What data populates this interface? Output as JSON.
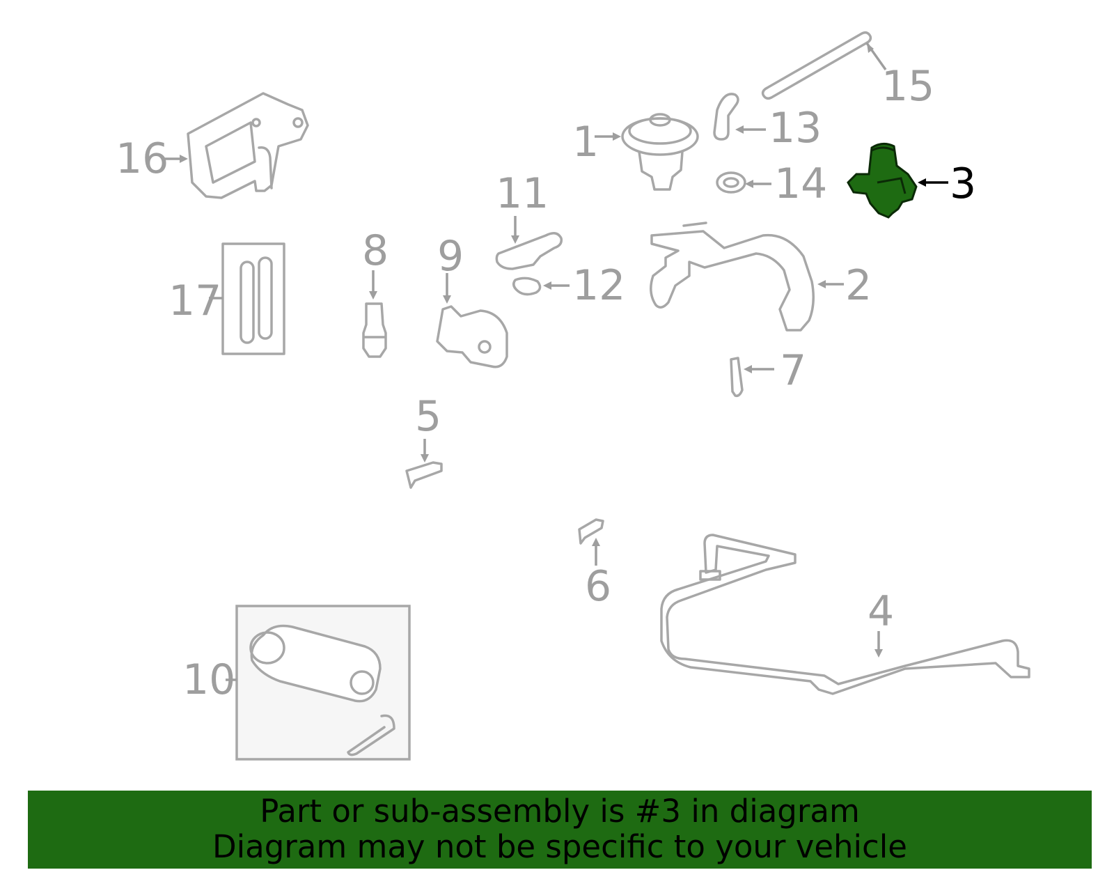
{
  "diagram": {
    "highlight_color": "#1e6b12",
    "part_color": "#a7a7a7",
    "callouts": [
      {
        "id": "1",
        "label": "1"
      },
      {
        "id": "2",
        "label": "2"
      },
      {
        "id": "3",
        "label": "3"
      },
      {
        "id": "4",
        "label": "4"
      },
      {
        "id": "5",
        "label": "5"
      },
      {
        "id": "6",
        "label": "6"
      },
      {
        "id": "7",
        "label": "7"
      },
      {
        "id": "8",
        "label": "8"
      },
      {
        "id": "9",
        "label": "9"
      },
      {
        "id": "10",
        "label": "10"
      },
      {
        "id": "11",
        "label": "11"
      },
      {
        "id": "12",
        "label": "12"
      },
      {
        "id": "13",
        "label": "13"
      },
      {
        "id": "14",
        "label": "14"
      },
      {
        "id": "15",
        "label": "15"
      },
      {
        "id": "16",
        "label": "16"
      },
      {
        "id": "17",
        "label": "17"
      }
    ],
    "highlighted_part": "3"
  },
  "banner": {
    "line1": "Part or sub-assembly is #3 in diagram",
    "line2": "Diagram may not be specific to your vehicle",
    "background": "#1e6b12"
  }
}
